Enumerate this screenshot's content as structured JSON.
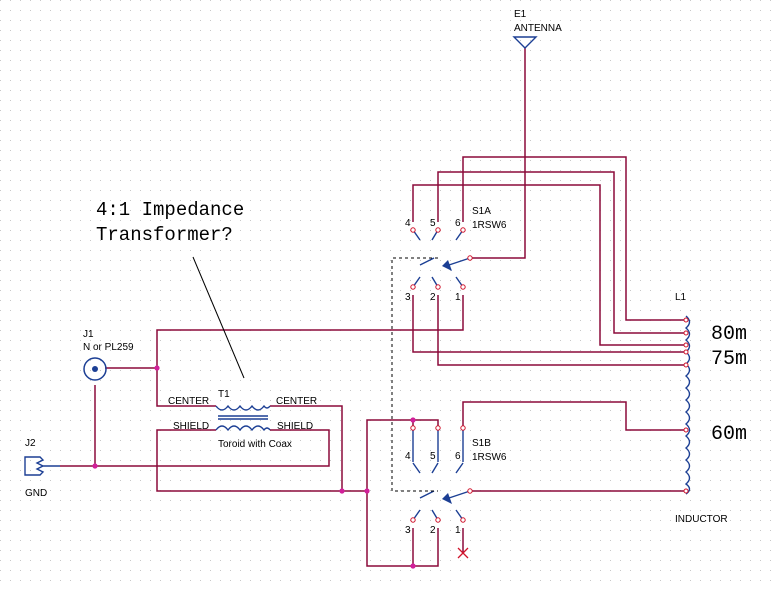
{
  "antenna": {
    "ref": "E1",
    "name": "ANTENNA"
  },
  "j1": {
    "ref": "J1",
    "type": "N or PL259"
  },
  "j2": {
    "ref": "J2",
    "name": "GND"
  },
  "note": {
    "line1": "4:1 Impedance",
    "line2": "Transformer?"
  },
  "t1": {
    "ref": "T1",
    "left_top": "CENTER",
    "right_top": "CENTER",
    "left_bottom": "SHIELD",
    "right_bottom": "SHIELD",
    "desc": "Toroid with Coax"
  },
  "s1a": {
    "ref": "S1A",
    "part": "1RSW6",
    "pins_top": [
      "4",
      "5",
      "6"
    ],
    "pins_bottom": [
      "3",
      "2",
      "1"
    ]
  },
  "s1b": {
    "ref": "S1B",
    "part": "1RSW6",
    "pins_top": [
      "4",
      "5",
      "6"
    ],
    "pins_bottom": [
      "3",
      "2",
      "1"
    ]
  },
  "l1": {
    "ref": "L1",
    "name": "INDUCTOR"
  },
  "bands": {
    "b80": "80m",
    "b75": "75m",
    "b60": "60m"
  },
  "colors": {
    "wire": "#8b0a3a",
    "component": "#1c3f94",
    "pin": "#d0142c",
    "junction": "#d1209a"
  }
}
